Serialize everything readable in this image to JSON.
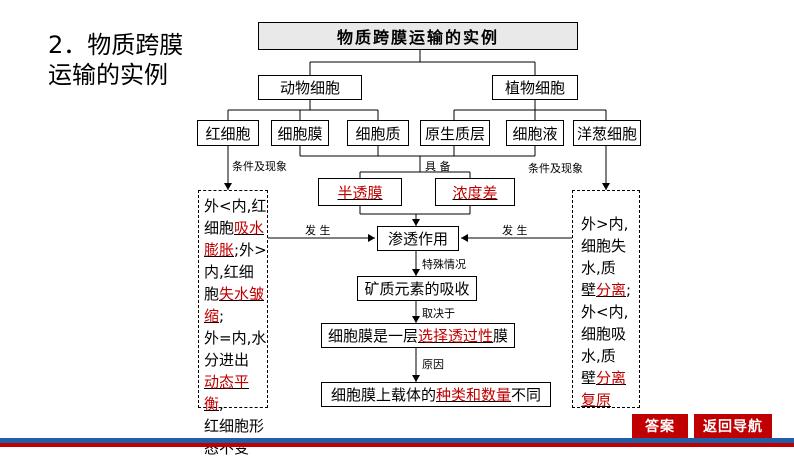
{
  "heading": {
    "line1": "2．物质跨膜",
    "line2": "运输的实例"
  },
  "diagram": {
    "title": "物质跨膜运输的实例",
    "animal_cell": "动物细胞",
    "plant_cell": "植物细胞",
    "red_blood_cell": "红细胞",
    "cell_membrane": "细胞膜",
    "cytoplasm": "细胞质",
    "protoplast_layer": "原生质层",
    "cell_sap": "细胞液",
    "onion_cell": "洋葱细胞",
    "cond_left": "条件及现象",
    "cond_right": "条件及现象",
    "have": "具 备",
    "semipermeable": "半透膜",
    "concentration_diff": "浓度差",
    "occur_left": "发  生",
    "occur_right": "发  生",
    "osmosis": "渗透作用",
    "special_case": "特殊情况",
    "mineral_absorption": "矿质元素的吸收",
    "depends_on": "取决于",
    "membrane_pre": "细胞膜是一层",
    "membrane_red": "选择透过性",
    "membrane_post": "膜",
    "reason": "原因",
    "carrier_pre": "细胞膜上载体的",
    "carrier_red": "种类和数量",
    "carrier_post": "不同"
  },
  "left_panel": {
    "l1": "外<内,红",
    "l2a": "细胞",
    "l2b": "吸水",
    "l3a": "膨胀",
    "l3b": ";外>",
    "l4": "内,红细",
    "l5a": "胞",
    "l5b": "失水皱缩",
    "l5c": ";",
    "l6": "外=内,水",
    "l7": "分进出",
    "l8a": "动态平衡",
    "l8b": ",",
    "l9": "红细胞形",
    "l10": "态不变"
  },
  "right_panel": {
    "l1": "外>内,",
    "l2": "细胞失",
    "l3": "水,质",
    "l4a": "壁",
    "l4b": "分离",
    "l4c": ";",
    "l5": "外<内,",
    "l6": "细胞吸",
    "l7": "水,质",
    "l8a": "壁",
    "l8b": "分离复原"
  },
  "buttons": {
    "answer": "答案",
    "back_nav": "返回导航"
  },
  "colors": {
    "accent_red": "#c00000",
    "bar_blue": "#1f5fa8",
    "bar_red": "#c00000"
  }
}
